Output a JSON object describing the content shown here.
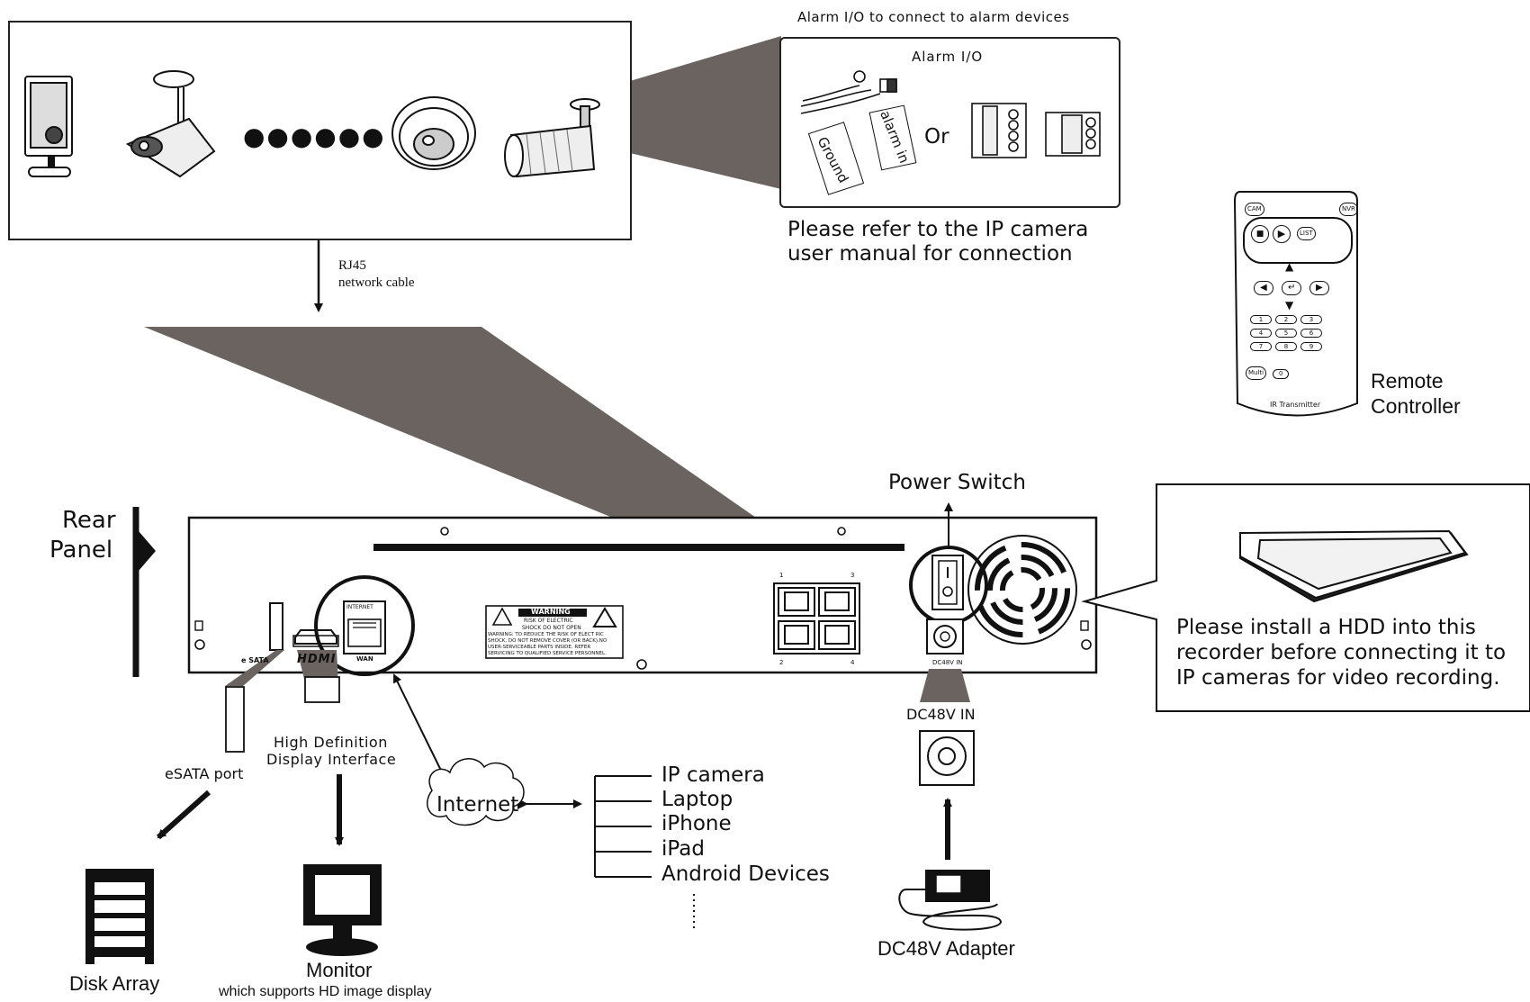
{
  "ip_camera_box": {
    "dots_label": "●●●●●●"
  },
  "alarm": {
    "caption": "Alarm I/O to connect to alarm devices",
    "box_title": "Alarm I/O",
    "or_label": "Or",
    "tag_alarm_in": "alarm in",
    "tag_ground": "Ground",
    "note_line1": "Please refer to the IP camera",
    "note_line2": "user manual for connection"
  },
  "rj45": {
    "line1": "RJ45",
    "line2": "network cable"
  },
  "remote": {
    "label_line1": "Remote",
    "label_line2": "Controller",
    "btn_cam": "CAM",
    "btn_nvr": "NVR",
    "btn_list": "LIST",
    "btn_multi": "Multi",
    "ir_text": "IR Transmitter",
    "digits": [
      "1",
      "2",
      "3",
      "4",
      "5",
      "6",
      "7",
      "8",
      "9",
      "0"
    ]
  },
  "rear_panel": {
    "label_line1": "Rear",
    "label_line2": "Panel",
    "internet_port": "INTERNET",
    "wan_port": "WAN",
    "esata_port": "e SATA",
    "hdmi_logo": "HDMI",
    "warning_title": "WARNING",
    "warning_sub1": "RISK OF ELECTRIC",
    "warning_sub2": "SHOCK DO NOT OPEN",
    "warning_text1": "WARNING: TO REDUCE THE RISK OF ELECT RIC",
    "warning_text2": "SHOCK, DO NOT REMOVE COVER (OR BACK).NO",
    "warning_text3": "USER-SERVICEABLE PARTS INSIDE. REFER",
    "warning_text4": "SERVICING TO QUALIFIED SERVICE PERSONNEL.",
    "port_numbers": [
      "1",
      "3",
      "2",
      "4"
    ],
    "dc_label": "DC48V IN"
  },
  "power_switch": {
    "label": "Power Switch"
  },
  "hdd": {
    "line1": "Please install a HDD into this",
    "line2": "recorder before connecting it to",
    "line3": "IP cameras for video recording."
  },
  "esata": {
    "label": "eSATA port"
  },
  "hdmi_desc": {
    "line1": "High Definition",
    "line2": "Display Interface"
  },
  "internet": {
    "label": "Internet"
  },
  "devices": [
    "IP camera",
    "Laptop",
    "iPhone",
    "iPad",
    "Android Devices"
  ],
  "dc_in": {
    "label": "DC48V IN"
  },
  "adapter": {
    "label": "DC48V Adapter"
  },
  "disk_array": {
    "label": "Disk Array"
  },
  "monitor": {
    "label": "Monitor",
    "sublabel": "which supports HD image display"
  }
}
